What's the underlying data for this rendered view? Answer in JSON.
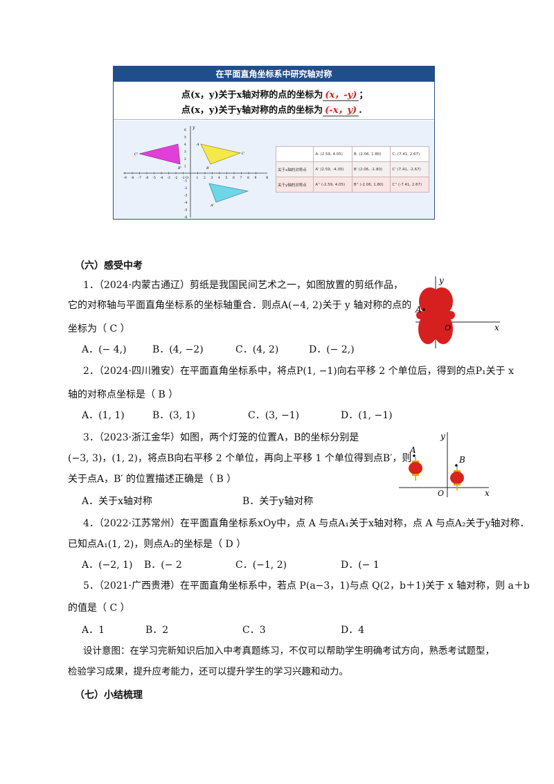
{
  "panel": {
    "title": "在平面直角坐标系中研究轴对称",
    "line1_pre": "点(x，y)关于x轴对称的点的坐标为",
    "line1_ans": "(x，-y)",
    "line1_post": "；",
    "line2_pre": "点(x，y)关于y轴对称的点的坐标为",
    "line2_ans": "(-x，y)",
    "line2_post": ".",
    "graph": {
      "y_label": "y",
      "x_label": "x",
      "origin": "O",
      "x_ticks": [
        "-9",
        "-8",
        "-7",
        "-6",
        "-5",
        "-4",
        "-3",
        "-2",
        "-1",
        "1",
        "2",
        "3",
        "4",
        "5",
        "6",
        "7",
        "8",
        "9"
      ],
      "y_ticks_pos": [
        "1",
        "2",
        "3",
        "4",
        "5",
        "6"
      ],
      "y_ticks_neg": [
        "-1",
        "-2",
        "-3",
        "-4",
        "-5",
        "-6"
      ],
      "point_labels": [
        "C'",
        "B'",
        "A",
        "B",
        "C",
        "A'"
      ]
    },
    "table": {
      "rows": [
        [
          "",
          "A: (2.59, 4.05)",
          "B: (2.06, 1.80)",
          "C: (7.41, 2.67)"
        ],
        [
          "关于x轴的对称点",
          "A' (2.59, -4.05)",
          "B' (2.06, -1.80)",
          "C' (7.41, -2.67)"
        ],
        [
          "关于y轴的对称点",
          "A'' (-2.59, 4.05)",
          "B'' (-2.06, 1.80)",
          "C'' (-7.41, 2.67)"
        ]
      ]
    }
  },
  "section6": {
    "title": "（六）感受中考"
  },
  "q1": {
    "line1": "1．（2024·内蒙古通辽）剪纸是我国民间艺术之一，如图放置的剪纸作品，",
    "line2": "它的对称轴与平面直角坐标系的坐标轴重合．则点A(−4, 2)关于 y 轴对称的点的",
    "line3": "坐标为（  C  ）",
    "options": [
      "A．(−   4,)",
      "B．(4, −2)",
      "C．(4, 2)",
      "D．(−    2,)"
    ],
    "fig": {
      "y_label": "y",
      "x_label": "x",
      "point": "A",
      "origin": "O"
    }
  },
  "q2": {
    "line1": "2．（2024·四川雅安）在平面直角坐标系中，将点P(1, −1)向右平移 2 个单位后，得到的点P₁关于 x",
    "line2": "轴的对称点坐标是（  B  ）",
    "options": [
      "A．(1, 1)",
      "B．(3, 1)",
      "C．(3, −1)",
      "D．(1, −1)"
    ]
  },
  "q3": {
    "line1": "3．（2023·浙江金华）如图，两个灯笼的位置A，B的坐标分别是",
    "line2": "(−3, 3)，(1, 2)，将点B向右平移 2 个单位，再向上平移 1 个单位得到点B′，则",
    "line3": "关于点A，B′ 的位置描述正确是（  B  ）",
    "options": [
      "A．关于x轴对称",
      "B．关于y轴对称"
    ],
    "fig": {
      "y_label": "y",
      "x_label": "x",
      "a_label": "A",
      "b_label": "B",
      "origin": "O"
    }
  },
  "q4": {
    "line1": "4．（2022·江苏常州）在平面直角坐标系xOy中，点 A 与点A₁关于x轴对称，点 A 与点A₂关于y轴对称．",
    "line2": "已知点A₁(1, 2)，则点A₂的坐标是（  D  ）",
    "options": [
      "A．(−2, 1)",
      "B．(−        2",
      "C．(−1, 2)",
      "D．(−        1"
    ]
  },
  "q5": {
    "line1": "5．（2021·广西贵港）在平面直角坐标系中，若点 P(a−3，1)与点 Q(2，b＋1)关于 x 轴对称，则 a＋b",
    "line2": "的值是（  C  ）",
    "options": [
      "A．1",
      "B．2",
      "C．3",
      "D．4"
    ]
  },
  "design": {
    "line1": "设计意图：在学习完新知识后加入中考真题练习，不仅可以帮助学生明确考试方向，熟悉考试题型，",
    "line2": "检验学习成果，提升应考能力，还可以提升学生的学习兴趣和动力。"
  },
  "section7": {
    "title": "（七）小结梳理"
  },
  "colors": {
    "header_blue": "#1f4e8c",
    "answer_red": "#d42020",
    "magenta": "#e040d8",
    "yellow": "#f5e84a",
    "cyan": "#6fd6e8",
    "paper_cut_red": "#d62020",
    "lantern_red": "#d8231c"
  }
}
